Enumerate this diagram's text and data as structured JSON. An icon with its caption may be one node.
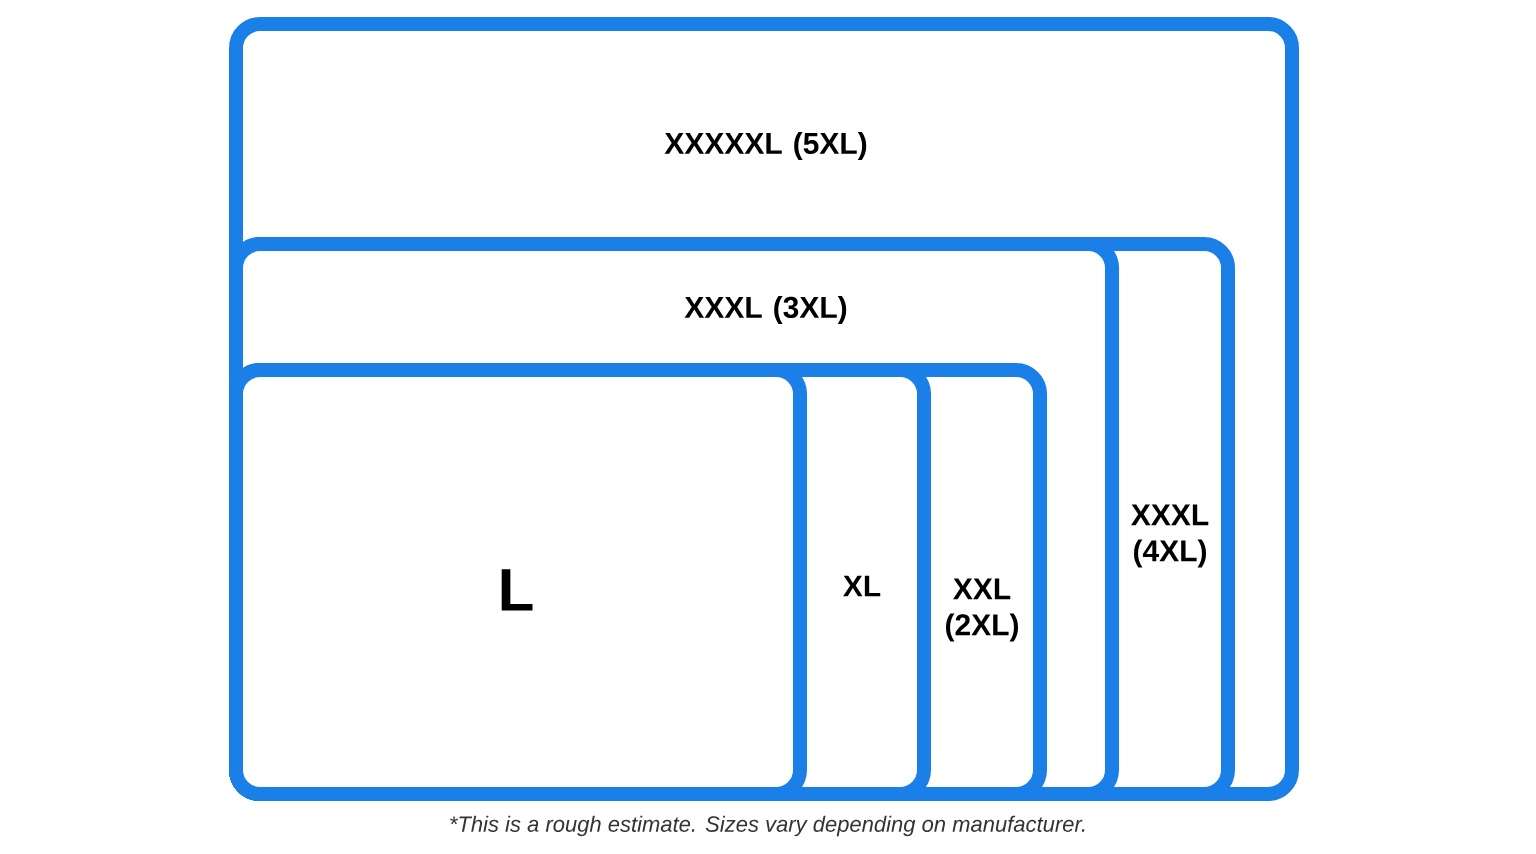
{
  "diagram": {
    "caption": "*This is a rough estimate. Sizes vary depending on manufacturer.",
    "nodes": [
      {
        "text": [
          "XXXXXL (5XL)"
        ]
      },
      {
        "text": [
          "XXXL (4XL)"
        ],
        "in": 0
      },
      {
        "text": [
          "XXXL (3XL)"
        ],
        "in": 1
      },
      {
        "text": [
          "XXL (2XL)"
        ],
        "in": 2
      },
      {
        "text": [
          "XL"
        ],
        "in": 3
      },
      {
        "text": [
          "L"
        ],
        "in": 4
      }
    ]
  }
}
